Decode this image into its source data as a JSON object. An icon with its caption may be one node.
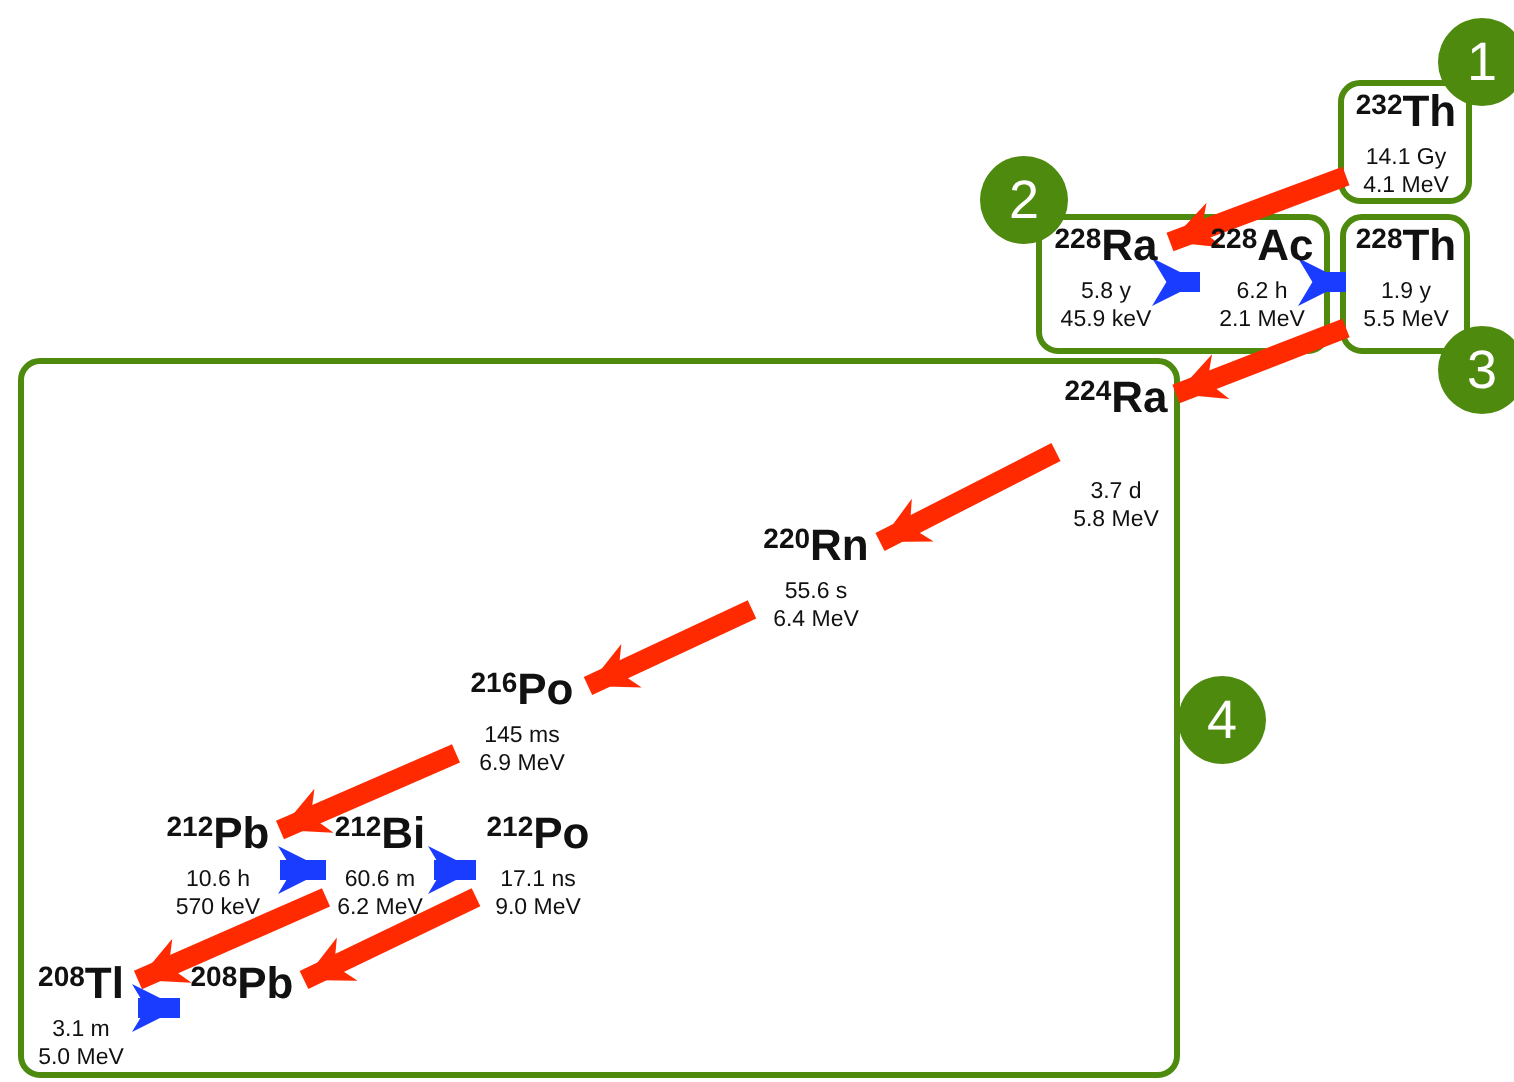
{
  "diagram": {
    "nodes": [
      {
        "text": [
          "1"
        ]
      },
      {
        "text": [],
        "shape": "box"
      },
      {
        "text": [
          "$^{232}$Th",
          "14.1 Gy",
          "4.1 MeV"
        ],
        "in": 1
      },
      {
        "text": [
          "2"
        ]
      },
      {
        "text": [],
        "shape": "box"
      },
      {
        "text": [
          "$^{228}$Ra",
          "5.8 y",
          "45.9 keV"
        ],
        "in": 4
      },
      {
        "text": [
          "$^{228}$Ac",
          "6.2 h",
          "2.1 MeV"
        ],
        "in": 4
      },
      {
        "text": [],
        "shape": "box"
      },
      {
        "text": [
          "$^{228}$Th",
          "1.9 y",
          "5.5 MeV"
        ],
        "in": 7
      },
      {
        "text": [
          "3"
        ]
      },
      {
        "text": [],
        "shape": "box"
      },
      {
        "text": [
          "$^{224}$Ra",
          "3.7 d",
          "5.8 MeV"
        ],
        "in": 10
      },
      {
        "text": [
          "$^{220}$Rn",
          "55.6 s",
          "6.4 MeV"
        ],
        "in": 10
      },
      {
        "text": [
          "$^{216}$Po",
          "145 ms",
          "6.9 MeV"
        ],
        "in": 10
      },
      {
        "text": [
          "$^{212}$Pb",
          "10.6 h",
          "570 keV"
        ],
        "in": 10
      },
      {
        "text": [
          "$^{212}$Bi",
          "60.6 m",
          "6.2 MeV"
        ],
        "in": 10
      },
      {
        "text": [
          "$^{212}$Po",
          "17.1 ns",
          "9.0 MeV"
        ],
        "in": 10
      },
      {
        "text": [
          "$^{208}$Tl",
          "3.1 m",
          "5.0 MeV"
        ],
        "in": 10
      },
      {
        "text": [
          "$^{208}$Pb"
        ],
        "in": 10
      },
      {
        "text": [
          "4"
        ]
      }
    ],
    "edges": [
      {
        "from": 2,
        "to": 5,
        "arrow": "to"
      },
      {
        "from": 5,
        "to": 6,
        "arrow": "to",
        "color": "#1a3cff"
      },
      {
        "from": 6,
        "to": 8,
        "arrow": "to",
        "color": "#1a3cff"
      },
      {
        "from": 8,
        "to": 11,
        "arrow": "to"
      },
      {
        "from": 11,
        "to": 12,
        "arrow": "to"
      },
      {
        "from": 12,
        "to": 13,
        "arrow": "to"
      },
      {
        "from": 13,
        "to": 14,
        "arrow": "to"
      },
      {
        "from": 14,
        "to": 15,
        "arrow": "to",
        "color": "#1a3cff"
      },
      {
        "from": 15,
        "to": 16,
        "arrow": "to",
        "color": "#1a3cff"
      },
      {
        "from": 15,
        "to": 17,
        "arrow": "to"
      },
      {
        "from": 16,
        "to": 18,
        "arrow": "to"
      },
      {
        "from": 17,
        "to": 18,
        "arrow": "to",
        "color": "#1a3cff"
      }
    ]
  }
}
